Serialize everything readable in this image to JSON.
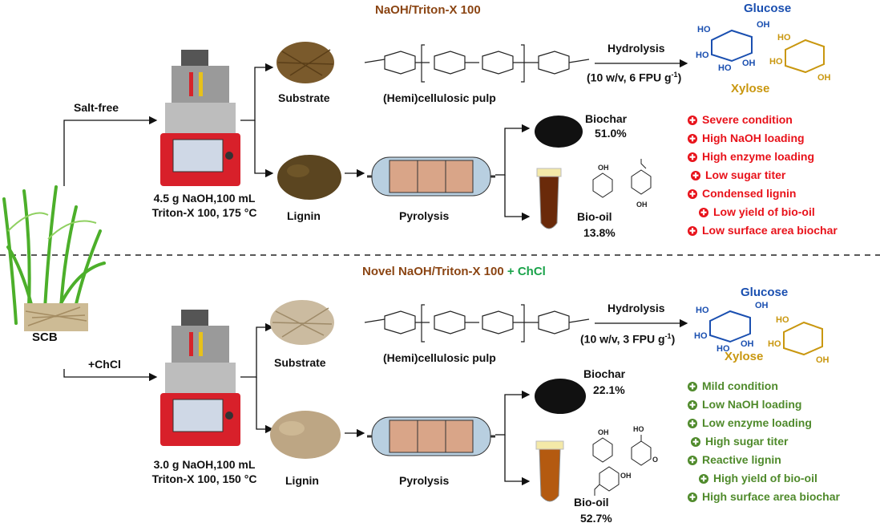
{
  "top": {
    "title": "NaOH/Triton-X 100",
    "branch_label": "Salt-free",
    "condition_line1": "4.5 g NaOH,100 mL",
    "condition_line2": "Triton-X 100, 175 °C",
    "substrate_label": "Substrate",
    "pulp_label": "(Hemi)cellulosic pulp",
    "lignin_label": "Lignin",
    "pyrolysis_label": "Pyrolysis",
    "hydrolysis_label": "Hydrolysis",
    "hydrolysis_cond": "(10 w/v, 6 FPU g",
    "glucose": "Glucose",
    "xylose": "Xylose",
    "biochar_label": "Biochar",
    "biochar_value": "51.0%",
    "biooil_label": "Bio-oil",
    "biooil_value": "13.8%",
    "points": [
      "Severe condition",
      "High NaOH loading",
      "High enzyme loading",
      "Low sugar titer",
      "Condensed lignin",
      "Low yield of bio-oil",
      "Low surface area biochar"
    ]
  },
  "bottom": {
    "title_prefix": "Novel NaOH/Triton-X 100",
    "title_suffix": "+ ChCl",
    "branch_label": "+ChCl",
    "condition_line1": "3.0 g NaOH,100 mL",
    "condition_line2": "Triton-X 100, 150 °C",
    "substrate_label": "Substrate",
    "pulp_label": "(Hemi)cellulosic pulp",
    "lignin_label": "Lignin",
    "pyrolysis_label": "Pyrolysis",
    "hydrolysis_label": "Hydrolysis",
    "hydrolysis_cond": "(10 w/v, 3 FPU g",
    "glucose": "Glucose",
    "xylose": "Xylose",
    "biochar_label": "Biochar",
    "biochar_value": "22.1%",
    "biooil_label": "Bio-oil",
    "biooil_value": "52.7%",
    "points": [
      "Mild condition",
      "Low NaOH loading",
      "Low enzyme loading",
      "High sugar titer",
      "Reactive lignin",
      "High yield of bio-oil",
      "High surface area biochar"
    ]
  },
  "source_label": "SCB",
  "superscript": "-1",
  "close_paren": ")",
  "colors": {
    "negative": "#e8121a",
    "positive": "#4f8a2b",
    "title_brown": "#8B4513",
    "title_green": "#1aa34a",
    "glucose_blue": "#1a4fb0",
    "xylose_gold": "#c9970f"
  }
}
